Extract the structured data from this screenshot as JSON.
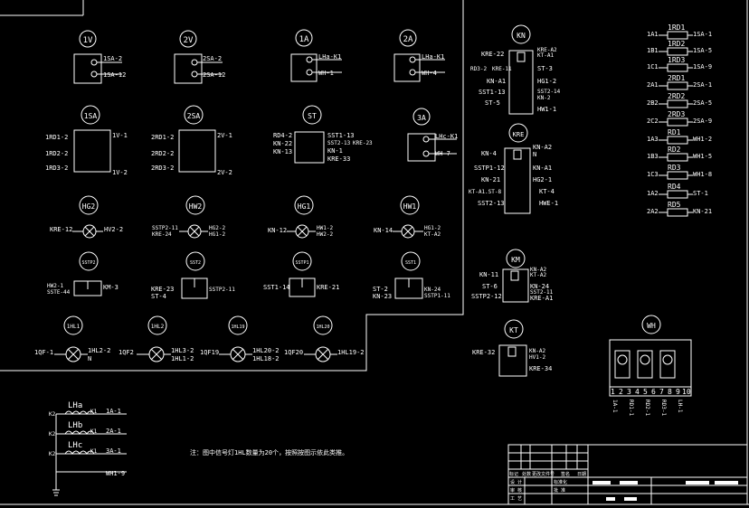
{
  "colors": {
    "background": "#000000",
    "line": "#ffffff"
  },
  "top_devices": {
    "v1": {
      "name": "1V",
      "t1": "1SA-2",
      "t2": "1SA-12"
    },
    "v2": {
      "name": "2V",
      "t1": "2SA-2",
      "t2": "2SA-12"
    },
    "a1": {
      "name": "1A",
      "t1": "LHa-K1",
      "t2": "WH-1"
    },
    "a2": {
      "name": "2A",
      "t1": "LHa-K1",
      "t2": "WH-4"
    }
  },
  "switches": {
    "sa1": {
      "name": "1SA",
      "left": [
        "1RD1-2",
        "1RD2-2",
        "1RD3-2"
      ],
      "right": [
        "1V-1",
        "1V-2"
      ]
    },
    "sa2": {
      "name": "2SA",
      "left": [
        "2RD1-2",
        "2RD2-2",
        "2RD3-2"
      ],
      "right": [
        "2V-1",
        "2V-2"
      ]
    },
    "st": {
      "name": "ST",
      "left": [
        "RD4-2",
        "KN-22",
        "KN-13"
      ],
      "right": [
        "SST1-13",
        "SST2-13",
        "KRE-23",
        "KN-1",
        "KRE-33"
      ]
    },
    "a3": {
      "name": "3A",
      "t1": "LHc-K1",
      "t2": "WH-7"
    }
  },
  "signal_lamps": [
    {
      "name": "HG2",
      "left": "KRE-12",
      "right": "HV2-2"
    },
    {
      "name": "HW2",
      "left1": "SSTP2-11",
      "left2": "KRE-24",
      "right1": "HG2-2",
      "right2": "HG1-2"
    },
    {
      "name": "HG1",
      "left": "KN-12",
      "right1": "HW1-2",
      "right2": "HW2-2"
    },
    {
      "name": "HW1",
      "left": "KN-14",
      "right1": "HG1-2",
      "right2": "KT-A2"
    }
  ],
  "buttons": [
    {
      "name": "SSTP2",
      "left1": "HW2-1",
      "left2": "SSTE-44",
      "right": "KM-3"
    },
    {
      "name": "SST2",
      "left1": "KRE-23",
      "left2": "ST-4",
      "right": "SSTP2-11"
    },
    {
      "name": "SSTP1",
      "left": "SST1-14",
      "right": "KRE-21"
    },
    {
      "name": "SST1",
      "left1": "ST-2",
      "left2": "KN-23",
      "right1": "KN-24",
      "right2": "SSTP1-11"
    }
  ],
  "indicator_lamps": [
    {
      "name": "1HL1",
      "left": "1QF-1",
      "right1": "1HL2-2",
      "right2": "N"
    },
    {
      "name": "1HL2",
      "left": "1QF2",
      "right1": "1HL3-2",
      "right2": "1HL1-2"
    },
    {
      "name": "1HL19",
      "left": "1QF19",
      "right1": "1HL20-2",
      "right2": "1HL18-2"
    },
    {
      "name": "1HL20",
      "left": "1QF20",
      "right1": "1HL19-2",
      "right2": ""
    }
  ],
  "relays": {
    "kn": {
      "name": "KN",
      "coil_left": "KRE-22",
      "coil_right1": "KRE-A2",
      "coil_right2": "KT-A1",
      "left": [
        "RD3-2",
        "KRE-11",
        "KN-A1",
        "SST1-13",
        "ST-5"
      ],
      "right": [
        "ST-3",
        "HG1-2",
        "SST2-14",
        "KN-2",
        "HW1-1"
      ]
    },
    "kre": {
      "name": "KRE",
      "left": [
        "KN-4",
        "SSTP1-12",
        "KN-21",
        "KT-A1.ST-8",
        "SST2-13"
      ],
      "right": [
        "KN-A2",
        "N",
        "KN-A1",
        "HG2-1",
        "KT-4",
        "HWE-1"
      ]
    },
    "km": {
      "name": "KM",
      "left": [
        "KN-11",
        "ST-6",
        "SSTP2-12"
      ],
      "right": [
        "KN-A2",
        "KT-A2",
        "KN-24",
        "SST2-11",
        "KRE-A1"
      ]
    },
    "kt": {
      "name": "KT",
      "left": "KRE-32",
      "right1": "KN-A2",
      "right2": "HV1-2",
      "right3": "KRE-34"
    }
  },
  "fuses": [
    {
      "left": "1A1",
      "name": "1RD1",
      "right": "1SA-1"
    },
    {
      "left": "1B1",
      "name": "1RD2",
      "right": "1SA-5"
    },
    {
      "left": "1C1",
      "name": "1RD3",
      "right": "1SA-9"
    },
    {
      "left": "2A1",
      "name": "2RD1",
      "right": "2SA-1"
    },
    {
      "left": "2B2",
      "name": "2RD2",
      "right": "2SA-5"
    },
    {
      "left": "2C2",
      "name": "2RD3",
      "right": "2SA-9"
    },
    {
      "left": "1A3",
      "name": "RD1",
      "right": "WH1-2"
    },
    {
      "left": "1B3",
      "name": "RD2",
      "right": "WH1-5"
    },
    {
      "left": "1C3",
      "name": "RD3",
      "right": "WH1-8"
    },
    {
      "left": "1A2",
      "name": "RD4",
      "right": "ST-1"
    },
    {
      "left": "2A2",
      "name": "RD5",
      "right": "KN-21"
    }
  ],
  "meter": {
    "name": "WH",
    "terminals": [
      "1",
      "2",
      "3",
      "4",
      "5",
      "6",
      "7",
      "8",
      "9",
      "10"
    ],
    "bottom": [
      "1A-1",
      "RD1-1",
      "RD2-1",
      "RD3-1",
      "LH-1"
    ]
  },
  "ct": {
    "names": [
      "LHa",
      "LHb",
      "LHc"
    ],
    "k2": "K2",
    "k1": "K1",
    "out": [
      "1A-1",
      "2A-1",
      "3A-1"
    ],
    "end": "WH1-9"
  },
  "note": "注：图中信号灯1HL数量为20个，按照按图示依此类推。",
  "title_block": {
    "labels": [
      "标记",
      "处数",
      "更改文件号",
      "签名",
      "日期"
    ],
    "rows": [
      "设 计",
      "审 核",
      "工 艺"
    ],
    "extra": [
      "标准化",
      "批 准"
    ]
  }
}
